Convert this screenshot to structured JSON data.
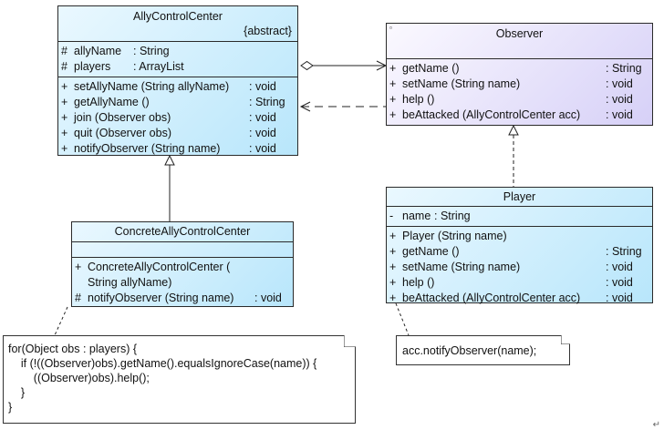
{
  "ally": {
    "name": "AllyControlCenter",
    "stereotype": "{abstract}",
    "attributes": [
      {
        "vis": "#",
        "sig": "allyName",
        "type": ": String"
      },
      {
        "vis": "#",
        "sig": "players",
        "type": ": ArrayList"
      }
    ],
    "operations": [
      {
        "vis": "+",
        "sig": "setAllyName (String allyName)",
        "ret": ": void"
      },
      {
        "vis": "+",
        "sig": "getAllyName ()",
        "ret": ": String"
      },
      {
        "vis": "+",
        "sig": "join (Observer obs)",
        "ret": ": void"
      },
      {
        "vis": "+",
        "sig": "quit (Observer obs)",
        "ret": ": void"
      },
      {
        "vis": "+",
        "sig": "notifyObserver (String name)",
        "ret": ": void"
      }
    ]
  },
  "observer": {
    "name": "Observer",
    "operations": [
      {
        "vis": "+",
        "sig": "getName ()",
        "ret": ": String"
      },
      {
        "vis": "+",
        "sig": "setName (String name)",
        "ret": ": void"
      },
      {
        "vis": "+",
        "sig": "help ()",
        "ret": ": void"
      },
      {
        "vis": "+",
        "sig": "beAttacked (AllyControlCenter acc)",
        "ret": ": void"
      }
    ]
  },
  "concrete": {
    "name": "ConcreteAllyControlCenter",
    "ctor_line1": "ConcreteAllyControlCenter (",
    "ctor_line2": "String allyName)",
    "ctor_vis": "+",
    "notify_vis": "#",
    "notify_sig": "notifyObserver (String name)",
    "notify_ret": ": void"
  },
  "player": {
    "name": "Player",
    "attributes": [
      {
        "vis": "-",
        "sig": "name",
        "type": ": String"
      }
    ],
    "operations": [
      {
        "vis": "+",
        "sig": "Player (String name)",
        "ret": ""
      },
      {
        "vis": "+",
        "sig": "getName ()",
        "ret": ": String"
      },
      {
        "vis": "+",
        "sig": "setName (String name)",
        "ret": ": void"
      },
      {
        "vis": "+",
        "sig": "help ()",
        "ret": ": void"
      },
      {
        "vis": "+",
        "sig": "beAttacked (AllyControlCenter acc)",
        "ret": ": void"
      }
    ]
  },
  "note_code": {
    "lines": [
      "for(Object obs : players) {",
      "    if (!((Observer)obs).getName().equalsIgnoreCase(name)) {",
      "        ((Observer)obs).help();",
      "    }",
      "}"
    ]
  },
  "note_player": {
    "text": "acc.notifyObserver(name);"
  }
}
